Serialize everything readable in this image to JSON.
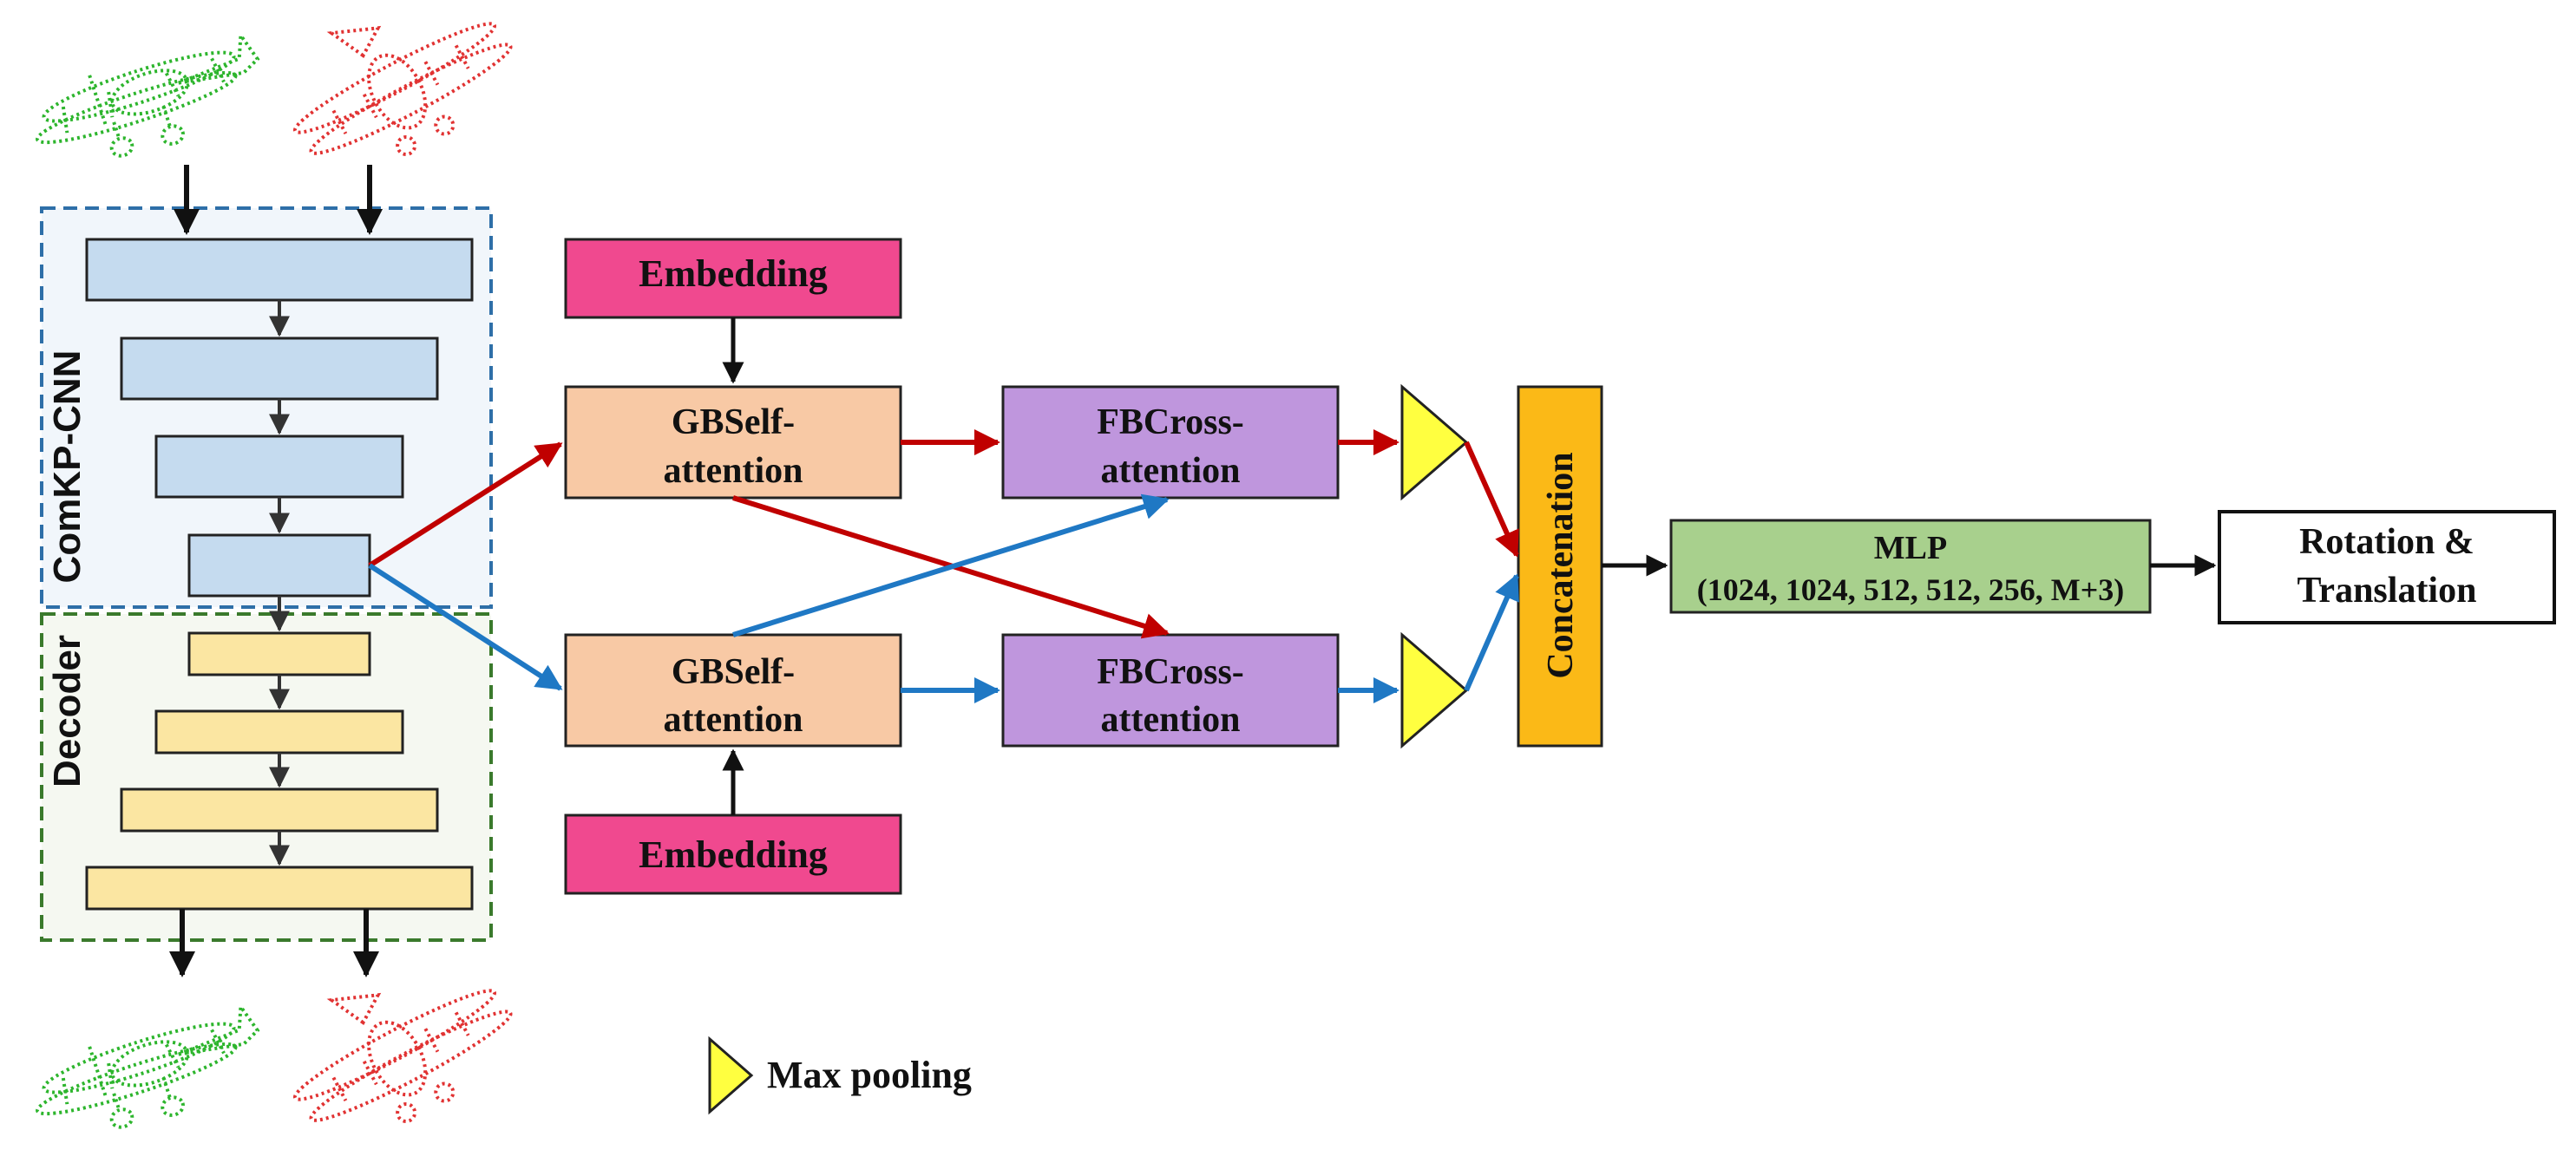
{
  "colors": {
    "encoder_fill": "#c5dbef",
    "encoder_border": "#2e6fa8",
    "decoder_fill": "#fbe6a2",
    "decoder_border": "#3a7a2c",
    "embedding_fill": "#f0498f",
    "self_attn_fill": "#f8c9a5",
    "cross_attn_fill": "#bf96dd",
    "concat_fill": "#fbb917",
    "mlp_fill": "#a8d08d",
    "pool_fill": "#ffff40",
    "arrow_red": "#c00000",
    "arrow_blue": "#1f78c4",
    "arrow_black": "#111111",
    "plane_green": "#22b222",
    "plane_red": "#e02828"
  },
  "encoder": {
    "label": "ComKP-CNN"
  },
  "decoder": {
    "label": "Decoder"
  },
  "embedding_top": {
    "label": "Embedding"
  },
  "embedding_bottom": {
    "label": "Embedding"
  },
  "self_attn_top": {
    "line1": "GBSelf-",
    "line2": "attention"
  },
  "self_attn_bottom": {
    "line1": "GBSelf-",
    "line2": "attention"
  },
  "cross_attn_top": {
    "line1": "FBCross-",
    "line2": "attention"
  },
  "cross_attn_bottom": {
    "line1": "FBCross-",
    "line2": "attention"
  },
  "concat": {
    "label": "Concatenation"
  },
  "mlp": {
    "line1": "MLP",
    "line2": "(1024, 1024, 512, 512, 256, M+3)"
  },
  "output": {
    "line1": "Rotation &",
    "line2": "Translation"
  },
  "legend": {
    "max_pooling": "Max pooling"
  }
}
